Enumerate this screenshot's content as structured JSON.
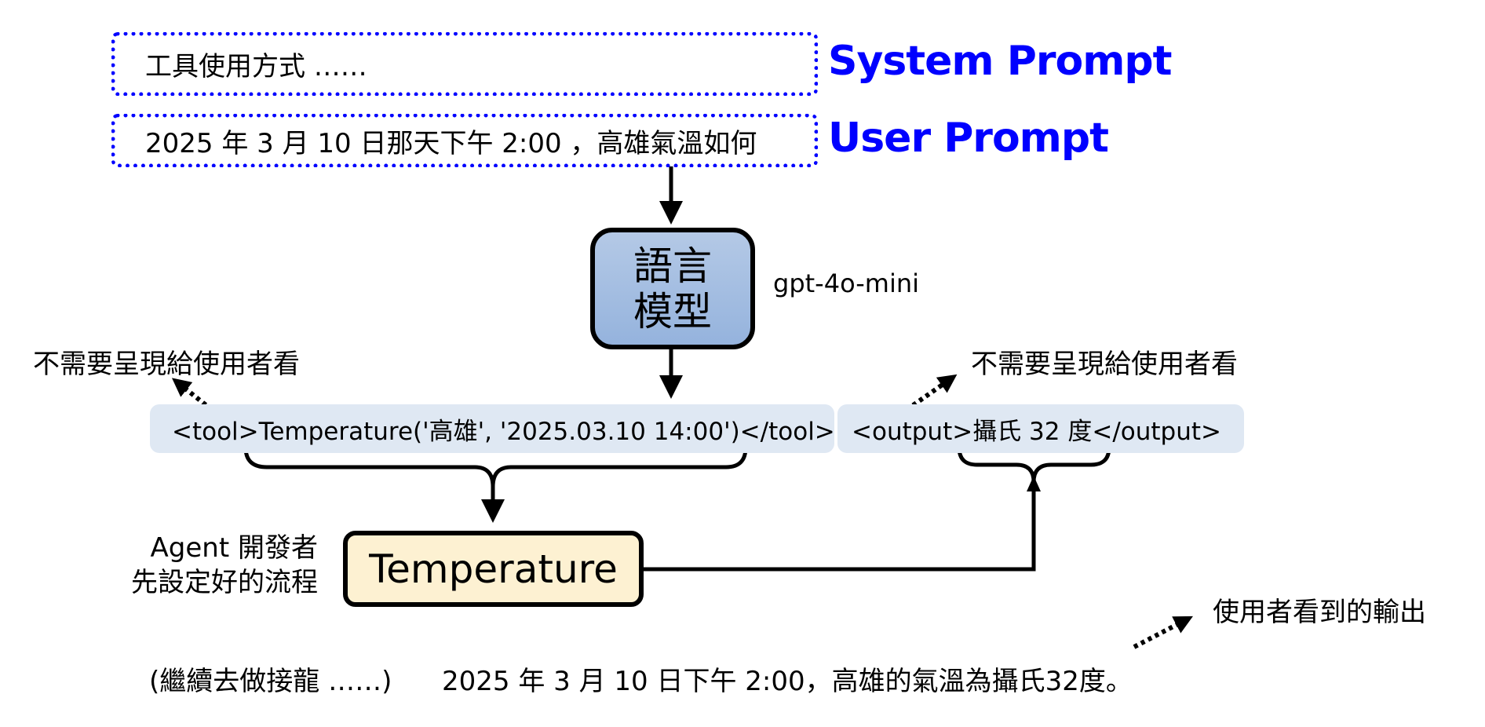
{
  "system_prompt": {
    "label": "System Prompt",
    "content": "工具使用方式 ……"
  },
  "user_prompt": {
    "label": "User Prompt",
    "content": "2025 年 3 月 10 日那天下午 2:00 ，高雄氣溫如何"
  },
  "language_model": {
    "line1": "語言",
    "line2": "模型",
    "model_name": "gpt-4o-mini"
  },
  "tool_call": {
    "text": "<tool>Temperature('高雄', '2025.03.10 14:00')</tool>",
    "note": "不需要呈現給使用者看"
  },
  "tool_output": {
    "text": "<output>攝氏 32 度</output>",
    "note": "不需要呈現給使用者看"
  },
  "tool_box": {
    "label": "Temperature",
    "description_line1": "Agent 開發者",
    "description_line2": "先設定好的流程"
  },
  "final_output": {
    "continuation": "(繼續去做接龍 ……)",
    "answer": "2025 年 3 月 10 日下午 2:00，高雄的氣溫為攝氏32度。",
    "note": "使用者看到的輸出"
  },
  "colors": {
    "prompt_accent": "#0000ff",
    "pill_background": "#dfe8f3",
    "llm_fill": "#a7bfe2",
    "tool_fill": "#fdf1d2"
  }
}
